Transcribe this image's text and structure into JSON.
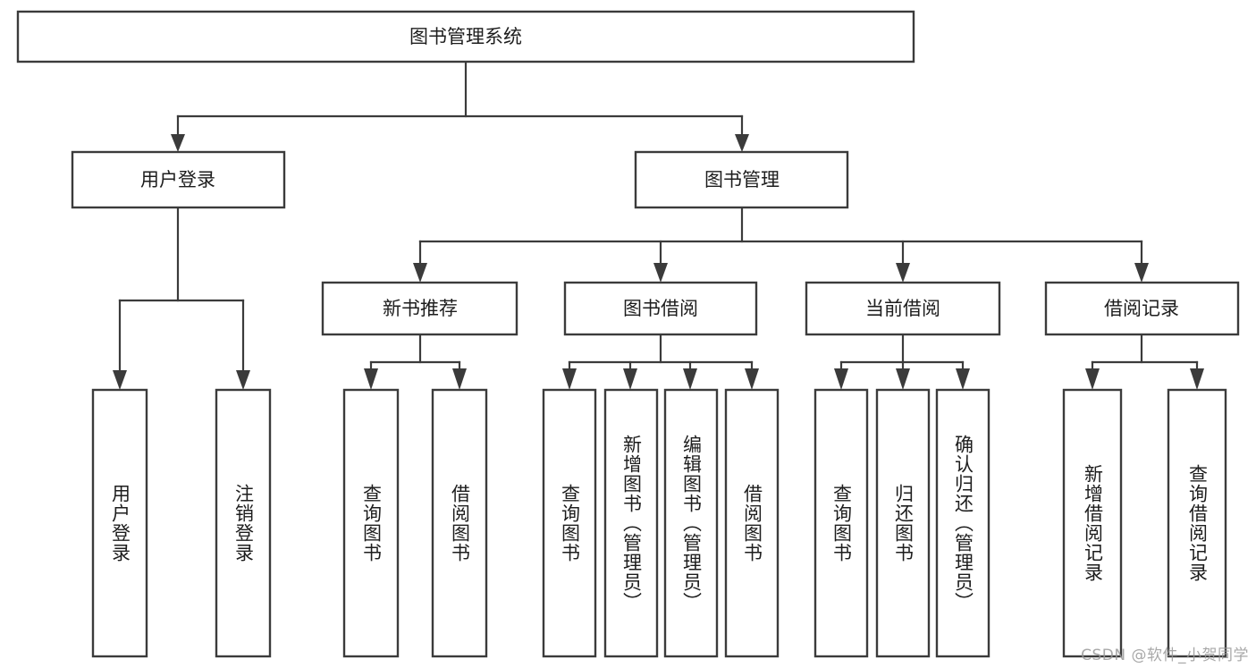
{
  "diagram": {
    "title": "图书管理系统",
    "type": "tree-hierarchy-chart",
    "orientation": "top-down",
    "watermark": "CSDN @软件_小贺同学",
    "colors": {
      "box_stroke": "#3b3b3b",
      "box_fill": "#ffffff",
      "connector": "#3b3b3b",
      "text": "#1d1d1d",
      "watermark": "#9a9a9a",
      "background": "#ffffff"
    },
    "levels": {
      "root": "图书管理系统",
      "level2": [
        "用户登录",
        "图书管理"
      ],
      "level3": [
        "新书推荐",
        "图书借阅",
        "当前借阅",
        "借阅记录"
      ]
    },
    "nodes": {
      "root": {
        "label": "图书管理系统",
        "orientation": "horizontal"
      },
      "user_login": {
        "label": "用户登录",
        "orientation": "horizontal"
      },
      "book_manage": {
        "label": "图书管理",
        "orientation": "horizontal"
      },
      "new_book_rec": {
        "label": "新书推荐",
        "orientation": "horizontal"
      },
      "book_borrow": {
        "label": "图书借阅",
        "orientation": "horizontal"
      },
      "current_borrow": {
        "label": "当前借阅",
        "orientation": "horizontal"
      },
      "borrow_record": {
        "label": "借阅记录",
        "orientation": "horizontal"
      },
      "leaf_user_login": {
        "label": "用户登录",
        "orientation": "vertical"
      },
      "leaf_logout": {
        "label": "注销登录",
        "orientation": "vertical"
      },
      "leaf_query_book_a": {
        "label": "查询图书",
        "orientation": "vertical"
      },
      "leaf_borrow_book_a": {
        "label": "借阅图书",
        "orientation": "vertical"
      },
      "leaf_query_book_b": {
        "label": "查询图书",
        "orientation": "vertical"
      },
      "leaf_add_book": {
        "label": "新增图书（管理员）",
        "orientation": "vertical"
      },
      "leaf_edit_book": {
        "label": "编辑图书（管理员）",
        "orientation": "vertical"
      },
      "leaf_borrow_book_b": {
        "label": "借阅图书",
        "orientation": "vertical"
      },
      "leaf_query_book_c": {
        "label": "查询图书",
        "orientation": "vertical"
      },
      "leaf_return_book": {
        "label": "归还图书",
        "orientation": "vertical"
      },
      "leaf_confirm_return": {
        "label": "确认归还（管理员）",
        "orientation": "vertical"
      },
      "leaf_add_record": {
        "label": "新增借阅记录",
        "orientation": "vertical"
      },
      "leaf_query_record": {
        "label": "查询借阅记录",
        "orientation": "vertical"
      }
    },
    "branches": [
      {
        "parent": "用户登录",
        "children": [
          "用户登录",
          "注销登录"
        ]
      },
      {
        "parent": "新书推荐",
        "children": [
          "查询图书",
          "借阅图书"
        ]
      },
      {
        "parent": "图书借阅",
        "children": [
          "查询图书",
          "新增图书（管理员）",
          "编辑图书（管理员）",
          "借阅图书"
        ]
      },
      {
        "parent": "当前借阅",
        "children": [
          "查询图书",
          "归还图书",
          "确认归还（管理员）"
        ]
      },
      {
        "parent": "借阅记录",
        "children": [
          "新增借阅记录",
          "查询借阅记录"
        ]
      }
    ]
  }
}
